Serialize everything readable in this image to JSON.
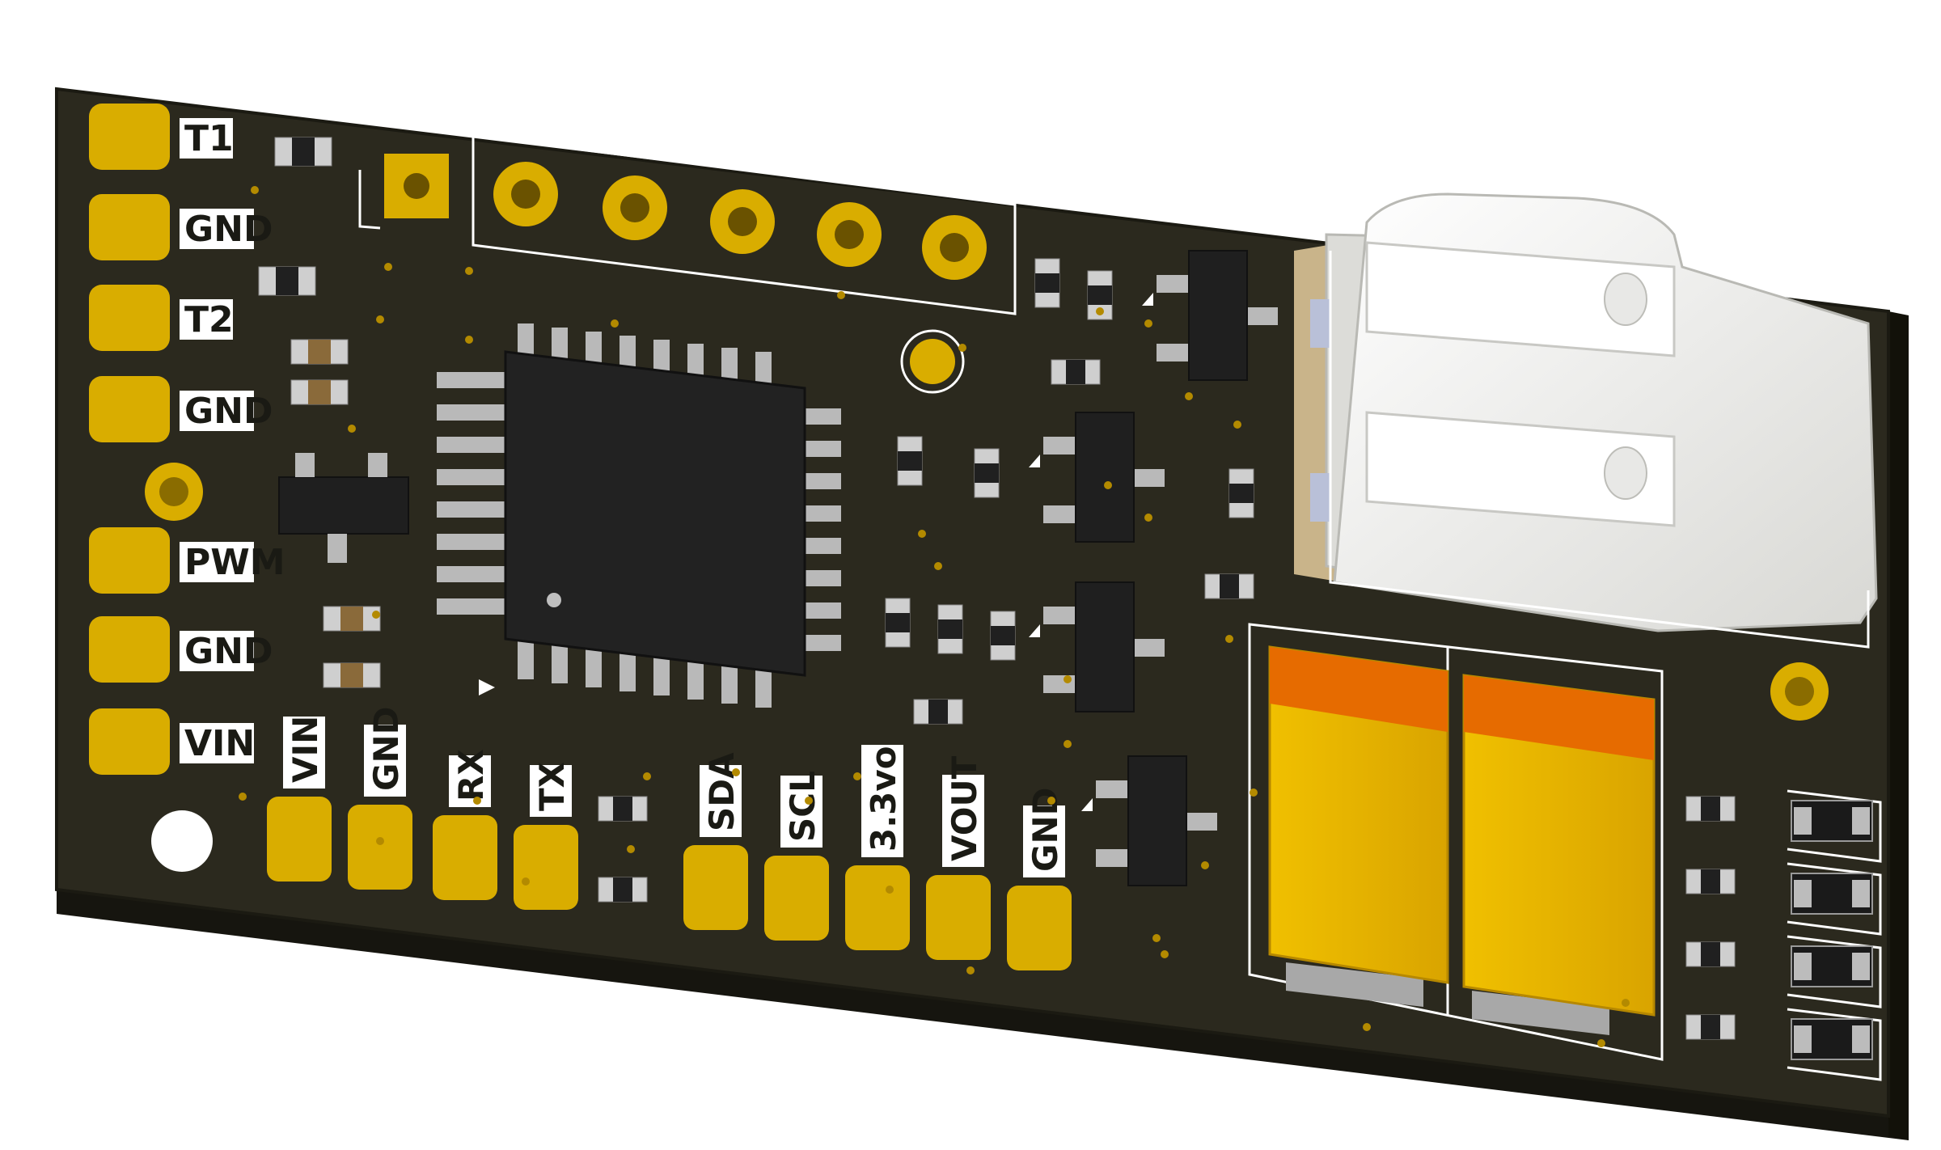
{
  "board": {
    "left_pads": [
      "T1",
      "GND",
      "T2",
      "GND",
      "PWM",
      "GND",
      "VIN"
    ],
    "bottom_pads": [
      "VIN",
      "GND",
      "RX",
      "TX",
      "SDA",
      "SCL",
      "3.3vo",
      "VOUT",
      "GND"
    ]
  },
  "colors": {
    "pcb": "#2a281d",
    "pcb_edge": "#1b1a12",
    "gold": "#d9ad00",
    "silkscreen": "#ffffff",
    "capacitor_body": "#e3b000",
    "capacitor_band": "#e06c00",
    "terminal_block": "#f2f2f0"
  }
}
